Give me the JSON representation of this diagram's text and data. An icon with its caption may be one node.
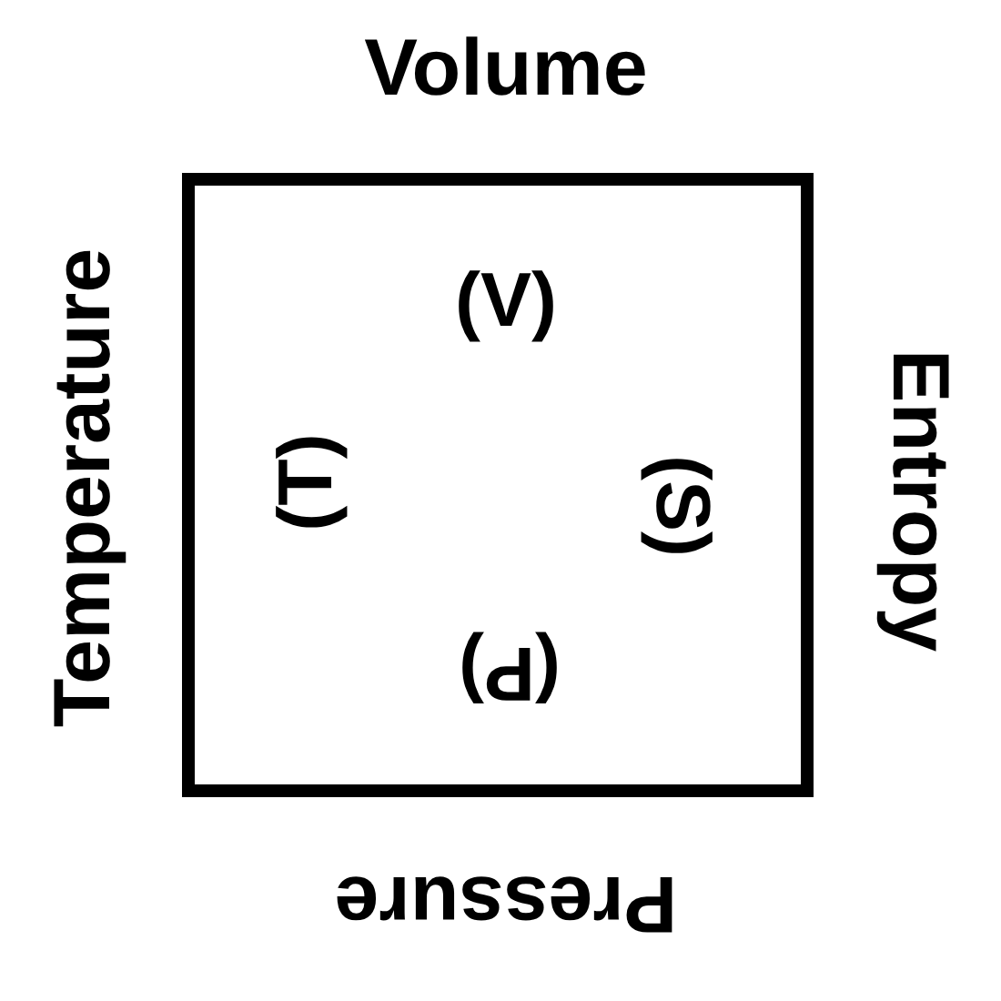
{
  "diagram": {
    "nodes": [
      {
        "text": [
          "(V)",
          "(T)",
          "(S)",
          "(P)"
        ],
        "beside": [
          "Volume",
          "Temperature",
          "Entropy",
          "Pressure"
        ]
      }
    ]
  }
}
